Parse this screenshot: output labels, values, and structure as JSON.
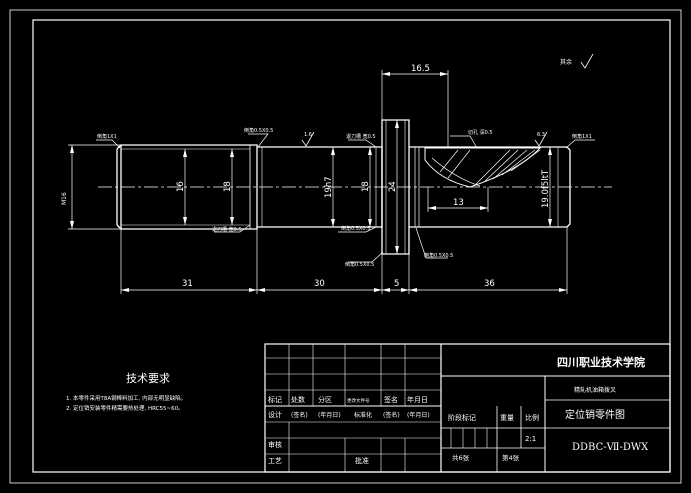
{
  "drawing": {
    "surface_mark": "其余",
    "dimensions": {
      "len_31": "31",
      "len_30": "30",
      "len_5": "5",
      "len_36": "36",
      "len_16_5": "16.5",
      "len_13": "13",
      "dia_thread": "M16",
      "dia_16": "16",
      "dia_18a": "18",
      "dia_19h7": "19h7",
      "dia_18b": "18",
      "dia_24": "24",
      "dia_19f7": "19.0f5ltT",
      "roughness_1": "1.6",
      "roughness_2": "6.3"
    },
    "notes": {
      "chamfer_left": "倒角1X1",
      "chamfer_right": "倒角1X1",
      "chamfer_05_top": "倒角0.5X0.5",
      "chamfer_05_bot1": "倒角0.5X0.5",
      "chamfer_05_bot2": "倒角0.5X0.5",
      "undercut_top": "退刀槽 宽0.5",
      "undercut_bot": "退刀槽 宽0.5",
      "groove": "切孔 深0.5"
    }
  },
  "requirements": {
    "title": "技术要求",
    "items": [
      "1. 本零件采用T8A钢棒料加工, 内部无明显缺陷。",
      "2. 定位销安装零件精需要热处理, HRC55~60。"
    ]
  },
  "title_block": {
    "school": "四川职业技术学院",
    "assembly": "精轧机油箱拨叉",
    "part_name": "定位销零件图",
    "drawing_no": "DDBC-Ⅶ-DWX",
    "row_labels": [
      "标记",
      "处数",
      "分区",
      "更改文件号",
      "签名",
      "年月日"
    ],
    "design": "设计",
    "sign1": "(签名)",
    "date1": "(年月日)",
    "standard": "标准化",
    "sign2": "(签名)",
    "date2": "(年月日)",
    "stage": "阶段标记",
    "weight": "重量",
    "scale": "比例",
    "scale_val": "2:1",
    "review": "审核",
    "process": "工艺",
    "approve": "批准",
    "total": "共6张",
    "sheet": "第4张"
  }
}
